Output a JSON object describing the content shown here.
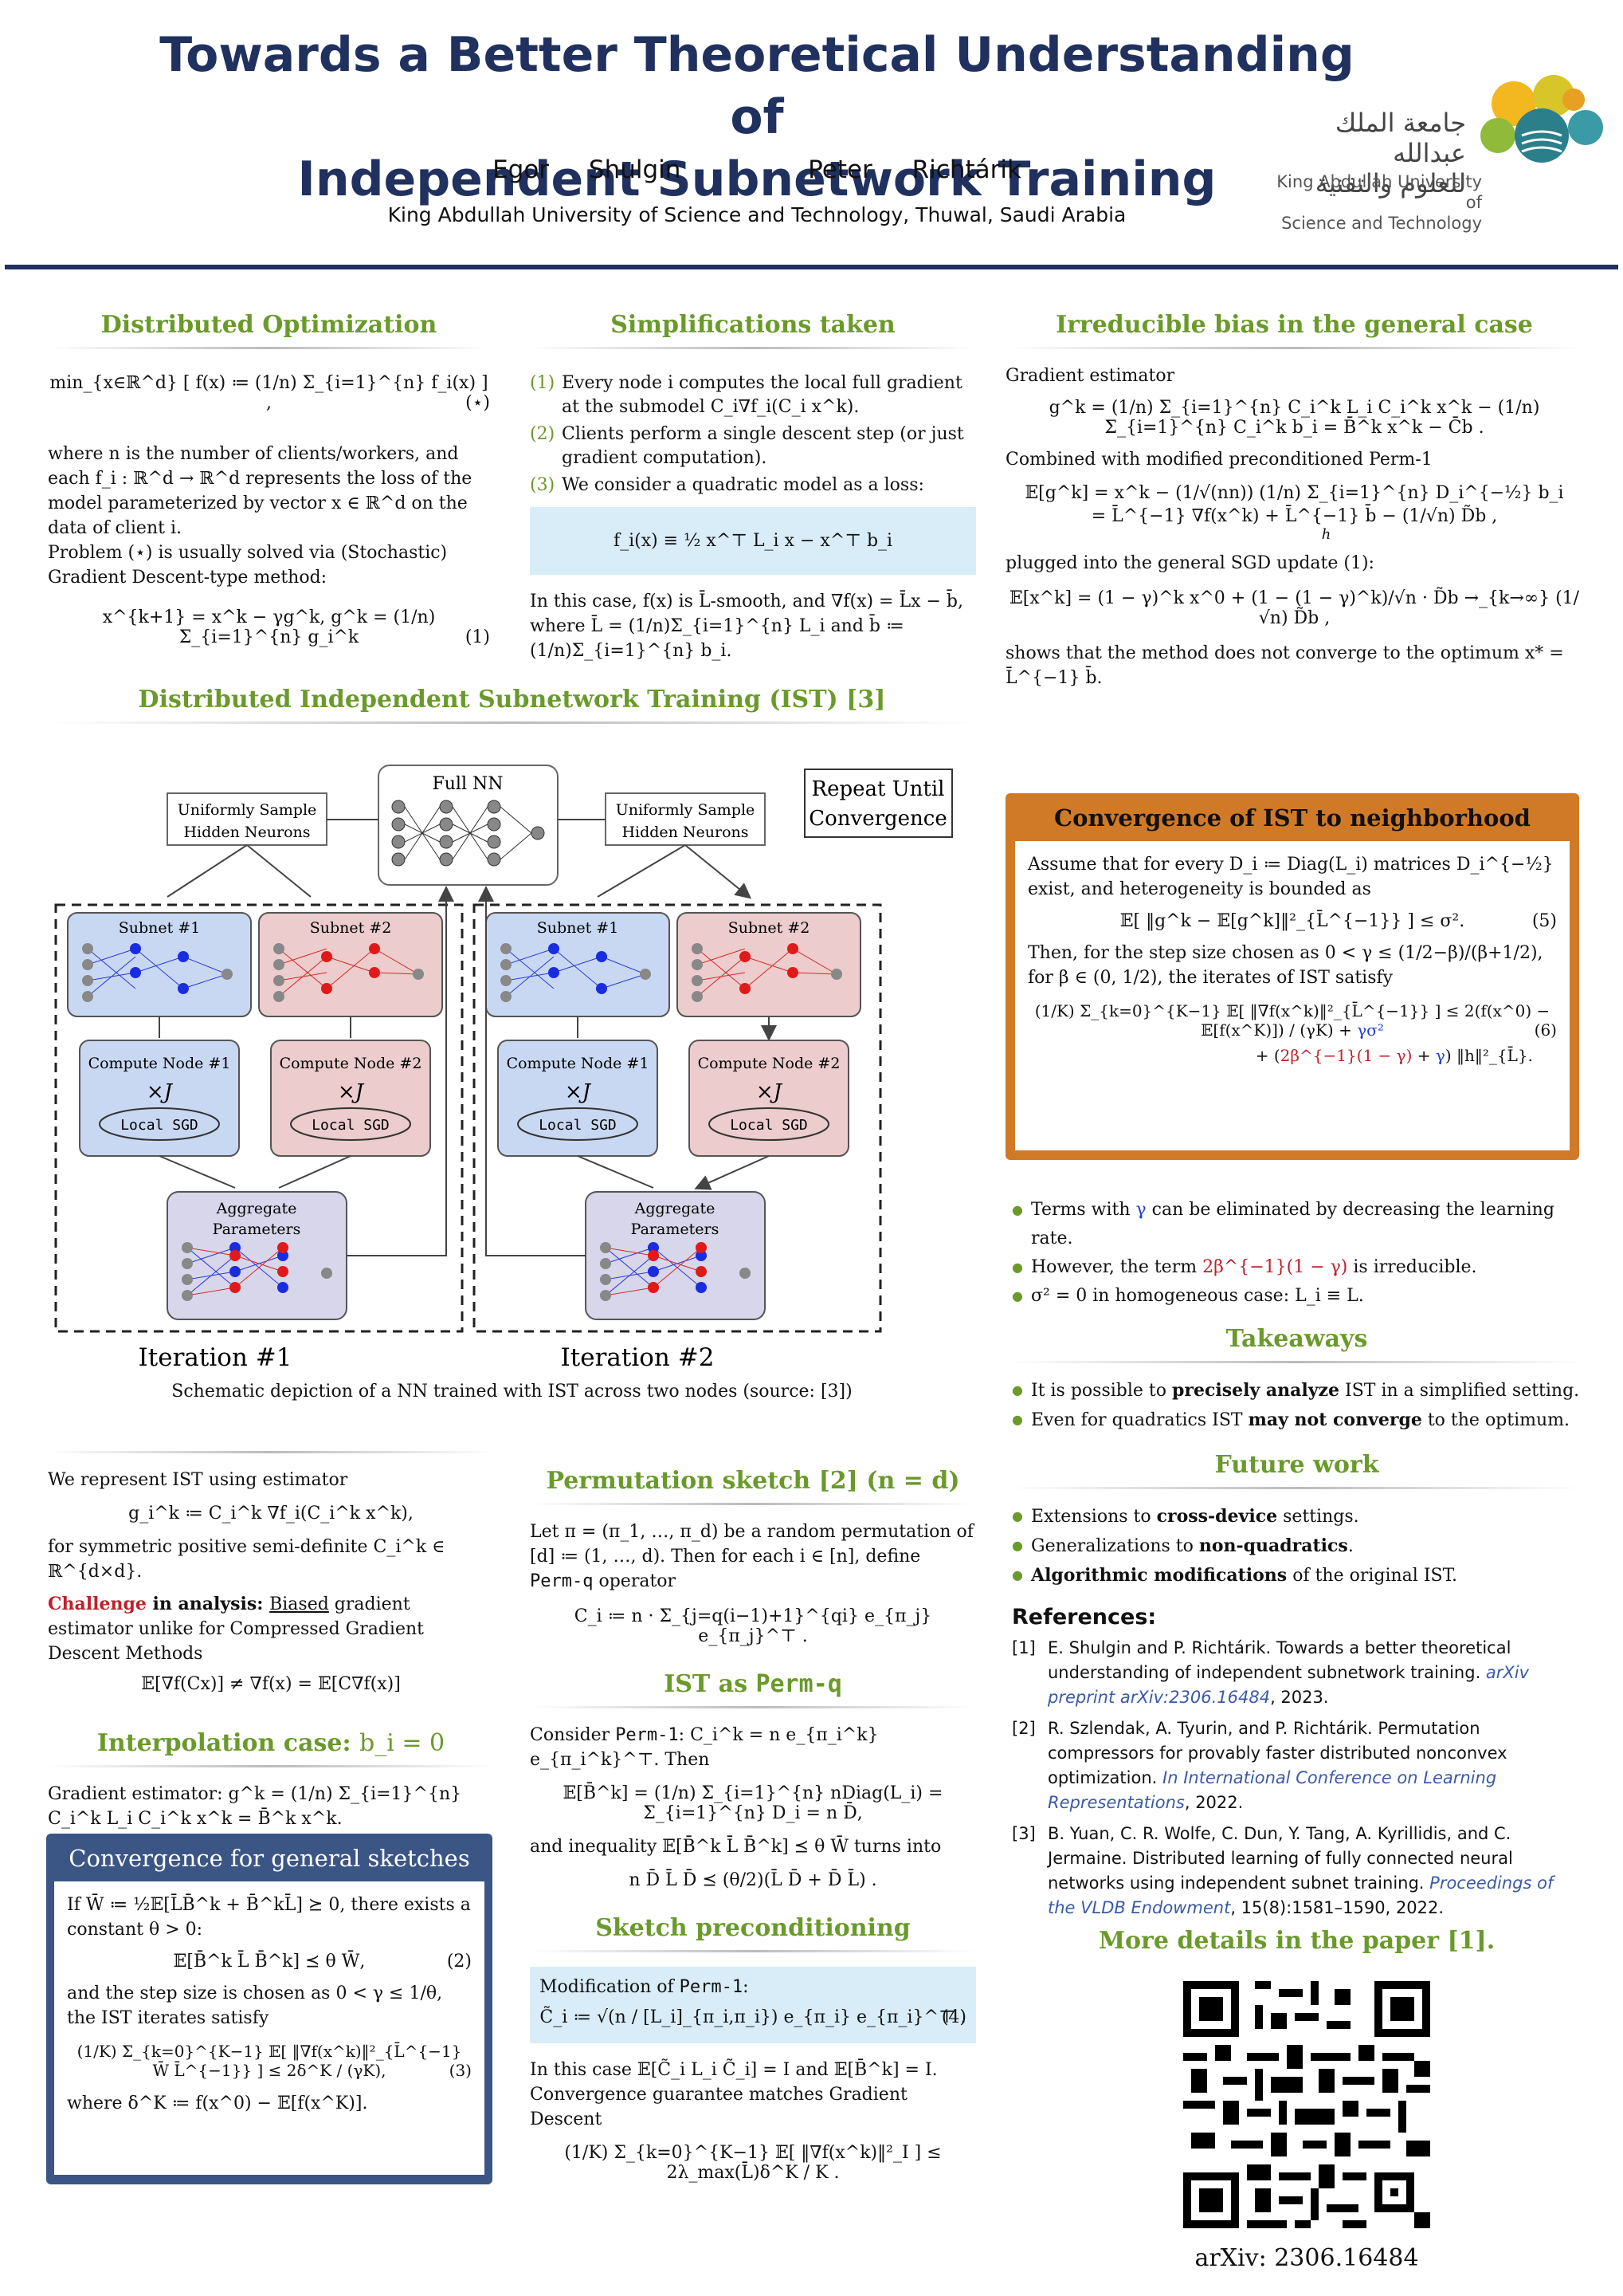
{
  "header": {
    "title_line1": "Towards a Better Theoretical Understanding of",
    "title_line2": "Independent Subnetwork Training",
    "author1": "Egor Shulgin",
    "author2": "Peter Richtárik",
    "affiliation": "King Abdullah University of Science and Technology, Thuwal, Saudi Arabia",
    "logo_ar_line1": "جامعة الملك عبدالله",
    "logo_ar_line2": "للعلوم والتقنية",
    "logo_en_line1": "King Abdullah University of",
    "logo_en_line2": "Science and Technology"
  },
  "dist_opt": {
    "title": "Distributed Optimization",
    "eq1": "min_{x∈ℝ^d} [ f(x) ≔ (1/n) Σ_{i=1}^{n} f_i(x) ] ,",
    "eq1_tag": "(⋆)",
    "p1": "where n is the number of clients/workers, and each f_i : ℝ^d → ℝ^d represents the loss of the model parameterized by vector x ∈ ℝ^d on the data of client i.",
    "p2": "Problem (⋆) is usually solved via (Stochastic) Gradient Descent-type method:",
    "eq2": "x^{k+1} = x^k − γg^k,        g^k = (1/n) Σ_{i=1}^{n} g_i^k",
    "eq2_tag": "(1)"
  },
  "simpl": {
    "title": "Simplifications taken",
    "items": [
      {
        "num": "(1)",
        "text": "Every node i computes the local full gradient at the submodel C_i∇f_i(C_i x^k)."
      },
      {
        "num": "(2)",
        "text": "Clients perform a single descent step (or just gradient computation)."
      },
      {
        "num": "(3)",
        "text": "We consider a quadratic model as a loss:"
      }
    ],
    "box_eq": "f_i(x) ≡ ½ x^⊤ L_i x − x^⊤ b_i",
    "p1": "In this case, f(x) is L̄-smooth, and ∇f(x) = L̄x − b̄,",
    "p2": "where L̄ = (1/n)Σ_{i=1}^{n} L_i and b̄ ≔ (1/n)Σ_{i=1}^{n} b_i."
  },
  "irred": {
    "title": "Irreducible bias in the general case",
    "p1": "Gradient estimator",
    "eq1": "g^k = (1/n) Σ_{i=1}^{n} C_i^k L_i C_i^k x^k − (1/n) Σ_{i=1}^{n} C_i^k b_i = B̄^k x^k − C̄b .",
    "p2": "Combined with modified preconditioned Perm-1",
    "eq2a": "𝔼[g^k] = x^k − (1/√(nn)) (1/n) Σ_{i=1}^{n} D_i^{−½} b_i",
    "eq2b": "= L̄^{−1} ∇f(x^k) + L̄^{−1} b̄ − (1/√n) D̃b ,",
    "eq2b_h": "h",
    "p3": "plugged into the general SGD update (1):",
    "eq3": "𝔼[x^k] = (1 − γ)^k x^0 + (1 − (1 − γ)^k)/√n · D̃b  →_{k→∞}  (1/√n) D̃b ,",
    "p4": "shows that the method does not converge to the optimum x* = L̄^{−1} b̄."
  },
  "conv_nbhd": {
    "title": "Convergence of IST to neighborhood",
    "p1": "Assume that for every D_i ≔ Diag(L_i) matrices D_i^{−½} exist, and heterogeneity is bounded as",
    "eq1": "𝔼[ ‖g^k − 𝔼[g^k]‖²_{L̄^{−1}} ] ≤ σ².",
    "eq1_tag": "(5)",
    "p2": "Then, for the step size chosen as 0 < γ ≤ (1/2−β)/(β+1/2), for β ∈ (0, 1/2), the iterates of IST satisfy",
    "eq2a": "(1/K) Σ_{k=0}^{K−1} 𝔼[ ‖∇f(x^k)‖²_{L̄^{−1}} ] ≤ 2(f(x^0) − 𝔼[f(x^K)]) / (γK) +",
    "eq2a_blue": "γσ²",
    "eq2_tag": "(6)",
    "eq2b_pre": "+ (",
    "eq2b_red": "2β^{−1}(1 − γ)",
    "eq2b_mid": " + ",
    "eq2b_blue": "γ",
    "eq2b_post": ") ‖h‖²_{L̄}."
  },
  "conv_notes": [
    {
      "pre": "Terms with ",
      "col": "γ",
      "post": " can be eliminated by decreasing the learning rate."
    },
    {
      "pre": "However, the term ",
      "col": "2β^{−1}(1 − γ)",
      "post": " is irreducible."
    },
    {
      "pre": "σ² = 0 in homogeneous case: L_i ≡ L.",
      "col": "",
      "post": ""
    }
  ],
  "takeaways": {
    "title": "Takeaways",
    "items": [
      {
        "pre": "It is possible to ",
        "b": "precisely analyze",
        "post": " IST in a simplified setting."
      },
      {
        "pre": "Even for quadratics IST ",
        "b": "may not converge",
        "post": " to the optimum."
      }
    ]
  },
  "future": {
    "title": "Future work",
    "items": [
      {
        "pre": "Extensions to ",
        "b": "cross-device",
        "post": " settings."
      },
      {
        "pre": "Generalizations to ",
        "b": "non-quadratics",
        "post": "."
      },
      {
        "pre": "",
        "b": "Algorithmic modifications",
        "post": " of the original IST."
      }
    ]
  },
  "references": {
    "title": "References:",
    "items": [
      {
        "n": "[1]",
        "text": "E. Shulgin and P. Richtárik. Towards a better theoretical understanding of independent subnetwork training. ",
        "venue": "arXiv preprint arXiv:2306.16484",
        "tail": ", 2023."
      },
      {
        "n": "[2]",
        "text": "R. Szlendak, A. Tyurin, and P. Richtárik. Permutation compressors for provably faster distributed nonconvex optimization. ",
        "venue": "In International Conference on Learning Representations",
        "tail": ", 2022."
      },
      {
        "n": "[3]",
        "text": "B. Yuan, C. R. Wolfe, C. Dun, Y. Tang, A. Kyrillidis, and C. Jermaine. Distributed learning of fully connected neural networks using independent subnet training. ",
        "venue": "Proceedings of the VLDB Endowment",
        "tail": ", 15(8):1581–1590, 2022."
      }
    ],
    "more": "More details in the paper [1].",
    "arxiv": "arXiv:  2306.16484"
  },
  "ist": {
    "title": "Distributed Independent Subnetwork Training (IST) [3]",
    "full_nn": "Full NN",
    "repeat1": "Repeat Until",
    "repeat2": "Convergence",
    "sample1": "Uniformly Sample",
    "sample2": "Hidden Neurons",
    "subnet1": "Subnet #1",
    "subnet2": "Subnet #2",
    "node1": "Compute Node #1",
    "node2": "Compute Node #2",
    "xj": "×J",
    "local_sgd": "Local SGD",
    "agg1": "Aggregate",
    "agg2": "Parameters",
    "iter1": "Iteration #1",
    "iter2": "Iteration #2",
    "caption": "Schematic depiction of a NN trained with IST across two nodes (source: [3])"
  },
  "estimator": {
    "p1": "We represent IST using estimator",
    "eq1": "g_i^k ≔ C_i^k ∇f_i(C_i^k x^k),",
    "p2": "for symmetric positive semi-definite C_i^k ∈ ℝ^{d×d}.",
    "challenge": "Challenge",
    "p3a": " in analysis: ",
    "biased": "Biased",
    "p3b": " gradient estimator unlike for Compressed Gradient Descent Methods",
    "eq2": "𝔼[∇f(Cx)] ≠ ∇f(x) = 𝔼[C∇f(x)]"
  },
  "interp": {
    "title": "Interpolation case: ",
    "title_cond": "b_i = 0",
    "p1": "Gradient estimator: g^k = (1/n) Σ_{i=1}^{n} C_i^k L_i C_i^k x^k = B̄^k x^k."
  },
  "conv_gen": {
    "title": "Convergence for general sketches",
    "p1": "If W̄ ≔ ½𝔼[L̄B̄^k + B̄^kL̄] ⪰ 0, there exists a constant θ > 0:",
    "eq1": "𝔼[B̄^k L̄ B̄^k] ⪯ θ W̄,",
    "eq1_tag": "(2)",
    "p2": "and the step size is chosen as 0 < γ ≤ 1/θ, the IST iterates satisfy",
    "eq2": "(1/K) Σ_{k=0}^{K−1} 𝔼[ ‖∇f(x^k)‖²_{L̄^{−1} W̄ L̄^{−1}} ] ≤ 2δ^K / (γK),",
    "eq2_tag": "(3)",
    "p3": "where δ^K ≔ f(x^0) − 𝔼[f(x^K)]."
  },
  "perm": {
    "title": "Permutation sketch [2] (n = d)",
    "p1": "Let π = (π_1, …, π_d) be a random permutation of [d] ≔ (1, …, d). Then for each i ∈ [n], define ",
    "p1_code": "Perm-q",
    "p1_tail": " operator",
    "eq1": "C_i ≔ n · Σ_{j=q(i−1)+1}^{qi} e_{π_j} e_{π_j}^⊤ ."
  },
  "ist_permq": {
    "title_pre": "IST as ",
    "title_code": "Perm-q",
    "p1_pre": "Consider ",
    "p1_code": "Perm-1",
    "p1_post": ": C_i^k = n e_{π_i^k} e_{π_i^k}^⊤. Then",
    "eq1": "𝔼[B̄^k] = (1/n) Σ_{i=1}^{n} nDiag(L_i) = Σ_{i=1}^{n} D_i = n D̄,",
    "p2": "and inequality 𝔼[B̄^k L̄ B̄^k] ⪯ θ W̄ turns into",
    "eq2": "n D̄ L̄ D̄ ⪯ (θ/2)(L̄ D̄ + D̄ L̄) ."
  },
  "sketch_pre": {
    "title": "Sketch preconditioning",
    "box_p_pre": "Modification of ",
    "box_p_code": "Perm-1",
    "box_p_post": ":",
    "box_eq": "C̃_i ≔ √(n / [L_i]_{π_i,π_i}) e_{π_i} e_{π_i}^⊤ .",
    "box_tag": "(4)",
    "p1": "In this case 𝔼[C̃_i L_i C̃_i] = I and 𝔼[B̄^k] = I.",
    "p2": "Convergence guarantee matches Gradient Descent",
    "eq1": "(1/K) Σ_{k=0}^{K−1} 𝔼[ ‖∇f(x^k)‖²_I ] ≤ 2λ_max(L̄)δ^K / K ."
  },
  "colors": {
    "navy": "#20315f",
    "green": "#6a9a2a",
    "orange": "#d07a27",
    "boxblue": "#d9edf8",
    "panelnavy": "#3b5585",
    "red": "#c0202a",
    "blue": "#1f3fd6"
  }
}
